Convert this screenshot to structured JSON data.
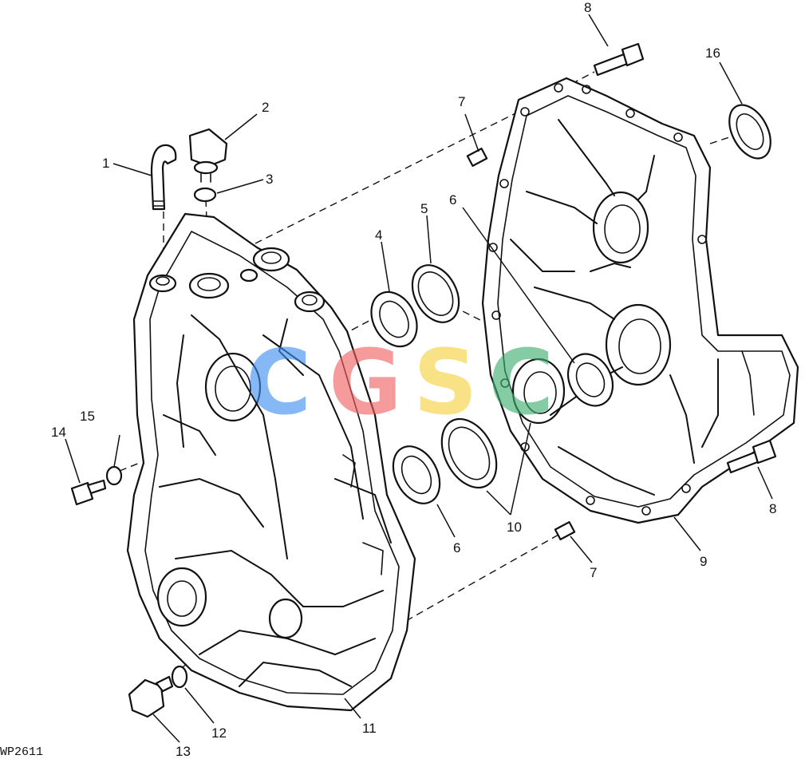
{
  "figure_code": "WP2611",
  "callouts": {
    "c1": "1",
    "c2": "2",
    "c3": "3",
    "c4": "4",
    "c5": "5",
    "c6_top": "6",
    "c6_bottom": "6",
    "c7_top": "7",
    "c7_bottom": "7",
    "c8_top": "8",
    "c8_right": "8",
    "c9": "9",
    "c10": "10",
    "c11": "11",
    "c12": "12",
    "c13": "13",
    "c14": "14",
    "c15": "15",
    "c16": "16"
  },
  "watermark": {
    "letters": [
      "C",
      "G",
      "S",
      "C"
    ],
    "colors": [
      "#3f8ef2",
      "#ef5f5f",
      "#f6cf3d",
      "#3cae6e"
    ]
  },
  "colors": {
    "ink": "#111111",
    "paper": "#ffffff"
  }
}
